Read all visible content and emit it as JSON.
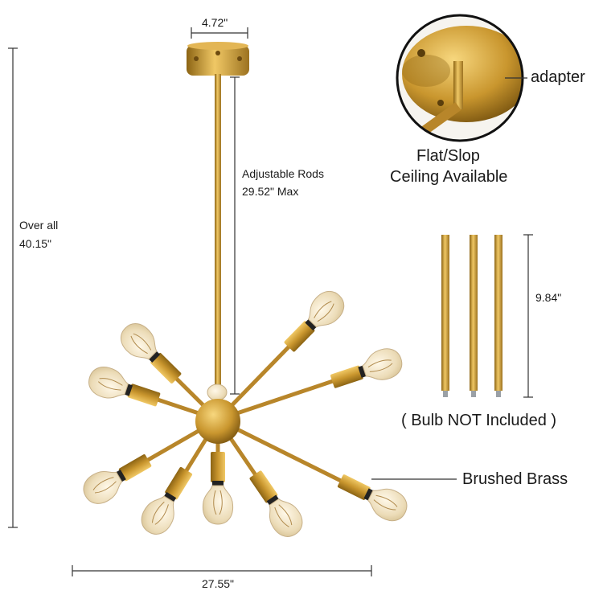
{
  "labels": {
    "canopy_width": "4.72\"",
    "rods_line1": "Adjustable Rods",
    "rods_line2": "29.52\" Max",
    "overall_line1": "Over all",
    "overall_line2": "40.15\"",
    "adapter": "adapter",
    "ceiling_line1": "Flat/Slop",
    "ceiling_line2": "Ceiling Available",
    "rod_length": "9.84\"",
    "bulb_note": "( Bulb NOT Included )",
    "finish": "Brushed Brass",
    "fixture_width": "27.55\""
  },
  "colors": {
    "brass": "#c9962e",
    "brass_dark": "#8c6414",
    "brass_light": "#f0c865",
    "bulb_glass": "#f1e6cf",
    "dimension_line": "#333333"
  }
}
